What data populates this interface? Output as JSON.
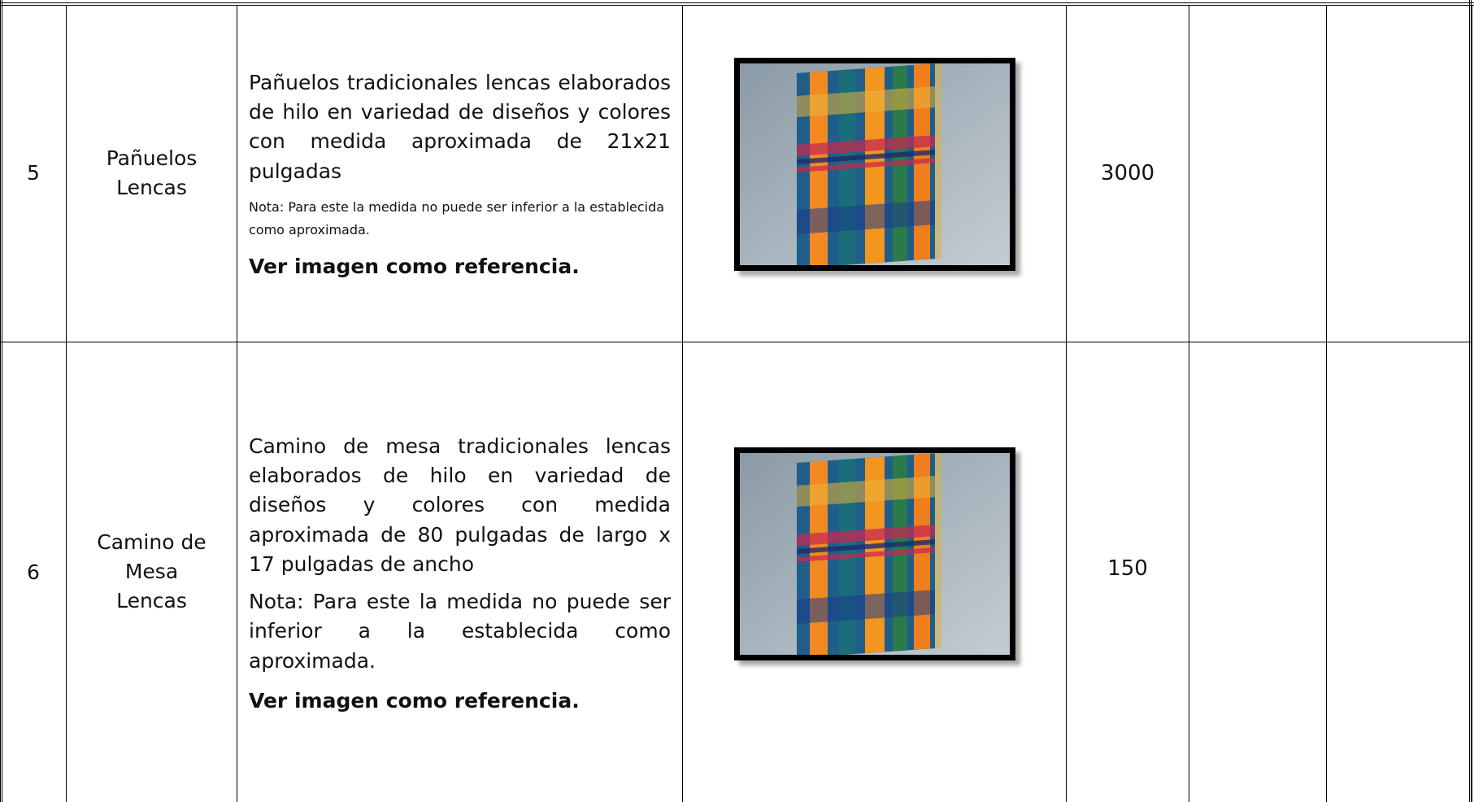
{
  "rows": [
    {
      "num": "5",
      "name": "Pañuelos Lencas",
      "description": "Pañuelos tradicionales lencas elaborados de hilo en variedad de diseños y colores con medida aproximada de  21x21 pulgadas",
      "note": "Nota: Para este la medida no puede ser inferior a la establecida como aproximada.",
      "reference": "Ver imagen como referencia.",
      "image_alt": "woven-plaid-textile-photo",
      "quantity": "3000"
    },
    {
      "num": "6",
      "name": "Camino de Mesa Lencas",
      "description": "Camino de mesa tradicionales lencas elaborados de hilo en variedad de diseños y colores con medida aproximada de 80 pulgadas de largo x 17 pulgadas de ancho",
      "note": "Nota: Para este la medida no puede ser inferior a la establecida como aproximada.",
      "reference": "Ver imagen como referencia.",
      "image_alt": "woven-plaid-textile-photo",
      "quantity": "150"
    }
  ]
}
